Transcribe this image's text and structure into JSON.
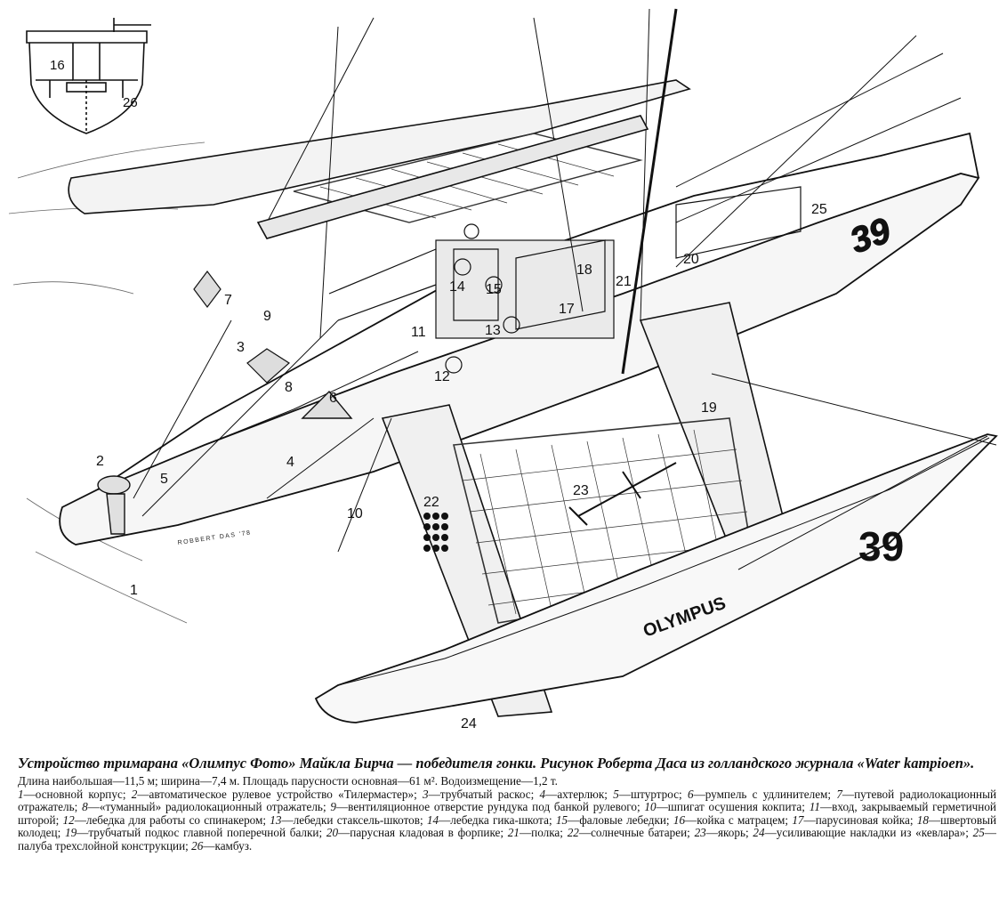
{
  "inset": {
    "labels": [
      "16",
      "26"
    ]
  },
  "callouts": [
    "1",
    "2",
    "3",
    "4",
    "5",
    "6",
    "7",
    "8",
    "9",
    "10",
    "11",
    "12",
    "13",
    "14",
    "15",
    "17",
    "18",
    "19",
    "20",
    "21",
    "22",
    "23",
    "24",
    "25"
  ],
  "hull_marks": {
    "sail_number_main": "39",
    "sail_number_float": "39",
    "brand": "OLYMPUS"
  },
  "signature": "ROBBERT DAS '78",
  "caption": {
    "title": "Устройство тримарана «Олимпус Фото» Майкла Бирча — победителя гонки. Рисунок Роберта Даса из голландского журнала «Water kampioen».",
    "specs": "Длина наибольшая—11,5 м; ширина—7,4 м. Площадь парусности основная—61 м². Водоизмещение—1,2 т.",
    "legend": [
      {
        "num": "1",
        "text": "основной корпус;"
      },
      {
        "num": "2",
        "text": "автоматическое рулевое устройство «Тилермастер»;"
      },
      {
        "num": "3",
        "text": "трубчатый раскос;"
      },
      {
        "num": "4",
        "text": "ахтерлюк;"
      },
      {
        "num": "5",
        "text": "штуртрос;"
      },
      {
        "num": "6",
        "text": "румпель с удлинителем;"
      },
      {
        "num": "7",
        "text": "путевой радиолокационный отражатель;"
      },
      {
        "num": "8",
        "text": "«туманный» радиолокационный отражатель;"
      },
      {
        "num": "9",
        "text": "вентиляционное отверстие рундука под банкой рулевого;"
      },
      {
        "num": "10",
        "text": "шпигат осушения кокпита;"
      },
      {
        "num": "11",
        "text": "вход, закрываемый герметичной шторой;"
      },
      {
        "num": "12",
        "text": "лебедка для работы со спинакером;"
      },
      {
        "num": "13",
        "text": "лебедки стаксель-шкотов;"
      },
      {
        "num": "14",
        "text": "лебедка гика-шкота;"
      },
      {
        "num": "15",
        "text": "фаловые лебедки;"
      },
      {
        "num": "16",
        "text": "койка с матрацем;"
      },
      {
        "num": "17",
        "text": "парусиновая койка;"
      },
      {
        "num": "18",
        "text": "швертовый колодец;"
      },
      {
        "num": "19",
        "text": "трубчатый подкос главной поперечной балки;"
      },
      {
        "num": "20",
        "text": "парусная кладовая в форпике;"
      },
      {
        "num": "21",
        "text": "полка;"
      },
      {
        "num": "22",
        "text": "солнечные батареи;"
      },
      {
        "num": "23",
        "text": "якорь;"
      },
      {
        "num": "24",
        "text": "усиливающие накладки из «кевлара»;"
      },
      {
        "num": "25",
        "text": "палуба трехслойной конструкции;"
      },
      {
        "num": "26",
        "text": "камбуз."
      }
    ]
  }
}
